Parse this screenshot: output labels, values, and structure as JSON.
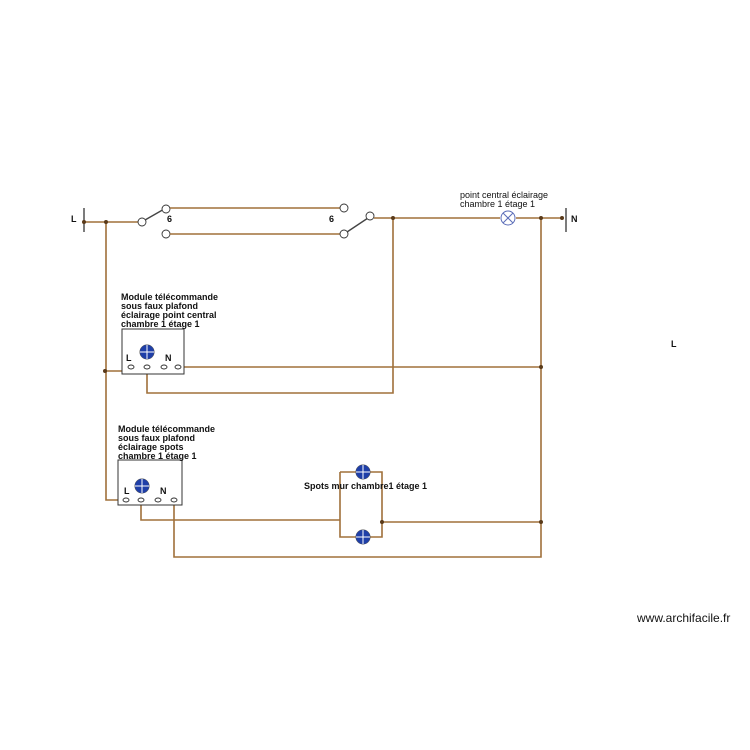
{
  "labels": {
    "phase_left": "L",
    "neutral": "N",
    "stray_L": "L",
    "switch1_number": "6",
    "switch2_number": "6",
    "light_point_line1": "point central éclairage",
    "light_point_line2": "chambre 1 étage 1",
    "module1_line1": "Module télécommande",
    "module1_line2": "sous faux plafond",
    "module1_line3": "éclairage point central",
    "module1_line4": "chambre 1 étage 1",
    "module1_L": "L",
    "module1_N": "N",
    "module2_line1": "Module télécommande",
    "module2_line2": "sous faux plafond",
    "module2_line3": "éclairage spots",
    "module2_line4": "chambre 1 étage 1",
    "module2_L": "L",
    "module2_N": "N",
    "spots_label": "Spots mur chambre1 étage 1",
    "credit": "www.archifacile.fr"
  },
  "colors": {
    "wire": "#a0703a",
    "lamp_blue": "#1f3fa8",
    "lamp_cross": "#5b6db8"
  }
}
